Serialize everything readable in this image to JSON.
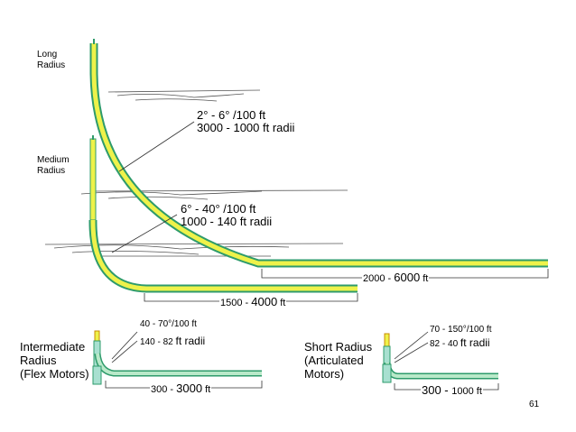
{
  "long_radius": {
    "label": [
      "Long",
      "Radius"
    ],
    "rate": "2° - 6° /100 ft",
    "radii": "3000 - 1000 ft radii",
    "length_range": "2000 - ",
    "length_emph": "6000",
    "length_unit": " ft"
  },
  "medium_radius": {
    "label": [
      "Medium",
      "Radius"
    ],
    "rate": "6° - 40° /100 ft",
    "radii": "1000 - 140 ft radii",
    "length_range": "1500 - ",
    "length_emph": "4000",
    "length_unit": " ft"
  },
  "intermediate_radius": {
    "label": [
      "Intermediate",
      "Radius",
      "(Flex Motors)"
    ],
    "rate": "40 - 70°/100 ft",
    "radii_a": "140 - 82 ",
    "radii_b": "ft radii",
    "length_range": "300 - ",
    "length_emph": "3000",
    "length_unit": " ft"
  },
  "short_radius": {
    "label": [
      "Short Radius",
      "(Articulated",
      "Motors)"
    ],
    "rate": "70 - 150°/100 ft",
    "radii_a": "82 - 40 ",
    "radii_b": "ft radii",
    "length_range": "300 - ",
    "length_emph": "1000",
    "length_unit": " ft"
  },
  "page_number": "61",
  "colors": {
    "pipe_outline": "#2e9b6b",
    "pipe_fill": "#eef24a",
    "pipe_small": "#a8e0d0",
    "leader": "#333333"
  }
}
